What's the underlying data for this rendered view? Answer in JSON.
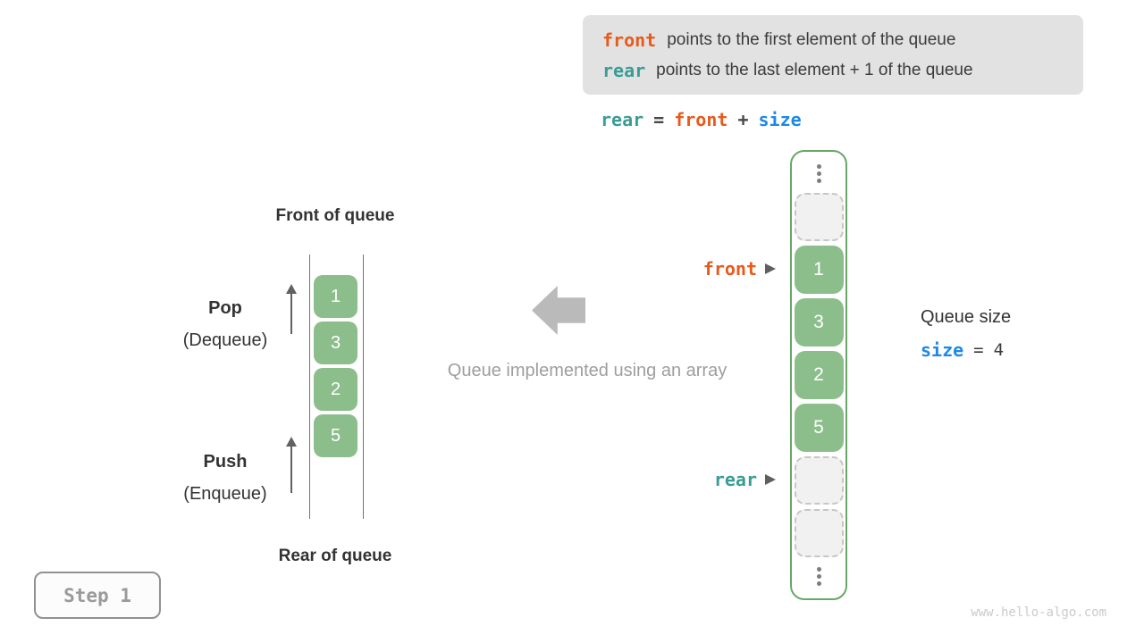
{
  "info_box": {
    "lines": [
      {
        "keyword": "front",
        "text": "points to the first element of the queue"
      },
      {
        "keyword": "rear",
        "text": "points to the last element + 1 of the queue"
      }
    ]
  },
  "formula": {
    "lhs": "rear",
    "eq": "=",
    "term1": "front",
    "op": "+",
    "term2": "size"
  },
  "left_diagram": {
    "front_label": "Front of queue",
    "rear_label": "Rear of queue",
    "pop": {
      "title": "Pop",
      "subtitle": "(Dequeue)"
    },
    "push": {
      "title": "Push",
      "subtitle": "(Enqueue)"
    },
    "cells": [
      "1",
      "3",
      "2",
      "5"
    ]
  },
  "middle": {
    "caption": "Queue implemented using an array"
  },
  "array_diagram": {
    "front_pointer_label": "front",
    "rear_pointer_label": "rear",
    "cells": [
      {
        "type": "ellipsis"
      },
      {
        "type": "empty"
      },
      {
        "type": "value",
        "value": "1"
      },
      {
        "type": "value",
        "value": "3"
      },
      {
        "type": "value",
        "value": "2"
      },
      {
        "type": "value",
        "value": "5"
      },
      {
        "type": "empty"
      },
      {
        "type": "empty"
      },
      {
        "type": "ellipsis"
      }
    ]
  },
  "queue_size": {
    "label": "Queue size",
    "var": "size",
    "eq": "=",
    "value": "4"
  },
  "step_badge": {
    "label": "Step 1"
  },
  "watermark": {
    "text": "www.hello-algo.com"
  },
  "colors": {
    "front_orange": "#e85a1c",
    "rear_teal": "#3a9d94",
    "size_blue": "#1e88e5",
    "cell_green": "#8cbe8c",
    "container_border_green": "#68a768",
    "info_box_bg": "#e2e2e2",
    "muted_gray": "#9e9e9e"
  }
}
